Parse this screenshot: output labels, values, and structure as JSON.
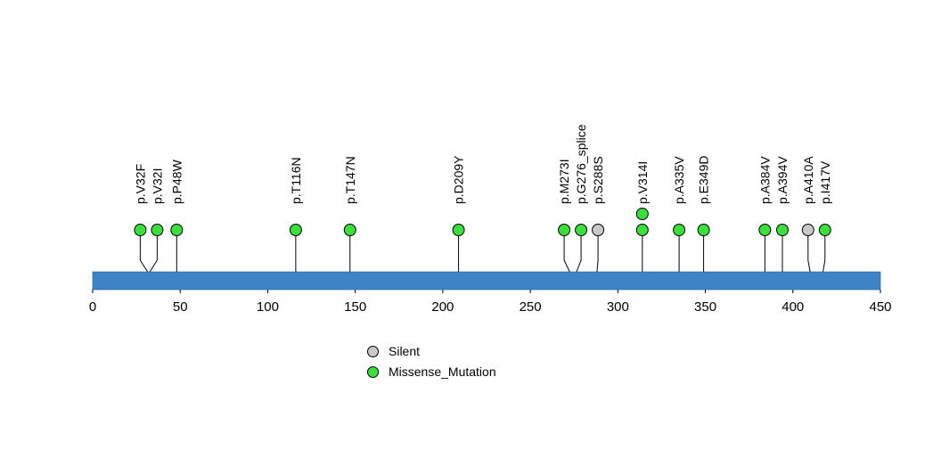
{
  "chart_data": {
    "type": "lollipop",
    "title": "",
    "xlim": [
      0,
      450
    ],
    "xticks": [
      0,
      50,
      100,
      150,
      200,
      250,
      300,
      350,
      400,
      450
    ],
    "bar_color": "#3d85c6",
    "stem_color": "#000000",
    "mutation_types": {
      "Silent": "#c8c8c8",
      "Missense_Mutation": "#3ae03a"
    },
    "mutations": [
      {
        "label": "p.V32F",
        "pos": 32,
        "type": "Missense_Mutation",
        "count": 1
      },
      {
        "label": "p.V32I",
        "pos": 32,
        "type": "Missense_Mutation",
        "count": 1
      },
      {
        "label": "p.P48W",
        "pos": 48,
        "type": "Missense_Mutation",
        "count": 1
      },
      {
        "label": "p.T116N",
        "pos": 116,
        "type": "Missense_Mutation",
        "count": 1
      },
      {
        "label": "p.T147N",
        "pos": 147,
        "type": "Missense_Mutation",
        "count": 1
      },
      {
        "label": "p.D209Y",
        "pos": 209,
        "type": "Missense_Mutation",
        "count": 1
      },
      {
        "label": "p.M273I",
        "pos": 273,
        "type": "Missense_Mutation",
        "count": 1
      },
      {
        "label": "p.G276_splice",
        "pos": 276,
        "type": "Missense_Mutation",
        "count": 1
      },
      {
        "label": "p.S288S",
        "pos": 288,
        "type": "Silent",
        "count": 1
      },
      {
        "label": "p.V314I",
        "pos": 314,
        "type": "Missense_Mutation",
        "count": 2
      },
      {
        "label": "p.A335V",
        "pos": 335,
        "type": "Missense_Mutation",
        "count": 1
      },
      {
        "label": "p.E349D",
        "pos": 349,
        "type": "Missense_Mutation",
        "count": 1
      },
      {
        "label": "p.A384V",
        "pos": 384,
        "type": "Missense_Mutation",
        "count": 1
      },
      {
        "label": "p.A394V",
        "pos": 394,
        "type": "Missense_Mutation",
        "count": 1
      },
      {
        "label": "p.A410A",
        "pos": 410,
        "type": "Silent",
        "count": 1
      },
      {
        "label": "p.I417V",
        "pos": 417,
        "type": "Missense_Mutation",
        "count": 1
      }
    ],
    "legend": [
      {
        "label": "Silent",
        "type": "Silent"
      },
      {
        "label": "Missense_Mutation",
        "type": "Missense_Mutation"
      }
    ]
  }
}
